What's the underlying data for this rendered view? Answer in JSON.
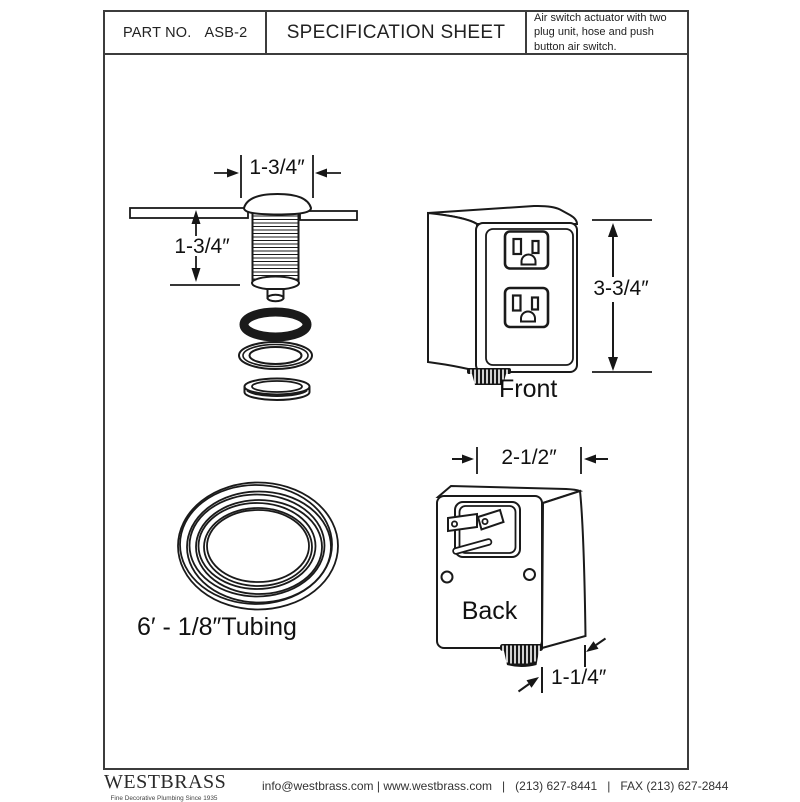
{
  "header": {
    "part_no_label": "PART NO.",
    "part_no_value": "ASB-2",
    "title": "SPECIFICATION SHEET",
    "description": "Air switch actuator with two plug unit, hose and push button air switch."
  },
  "drawings": {
    "actuator": {
      "width_dim": "1-3/4″",
      "height_dim": "1-3/4″"
    },
    "front_view": {
      "height_dim": "3-3/4″",
      "label": "Front"
    },
    "back_view": {
      "width_dim": "2-1/2″",
      "depth_dim": "1-1/4″",
      "label": "Back"
    },
    "tubing": {
      "label": "6′ - 1/8″Tubing"
    }
  },
  "footer": {
    "brand": "WESTBRASS",
    "tagline": "Fine Decorative Plumbing Since 1935",
    "contact": "info@westbrass.com | www.westbrass.com   |   (213) 627-8441   |   FAX (213) 627-2844"
  },
  "colors": {
    "line": "#1a1a1a",
    "frame_border": "#3c3c3c",
    "background": "#ffffff"
  }
}
